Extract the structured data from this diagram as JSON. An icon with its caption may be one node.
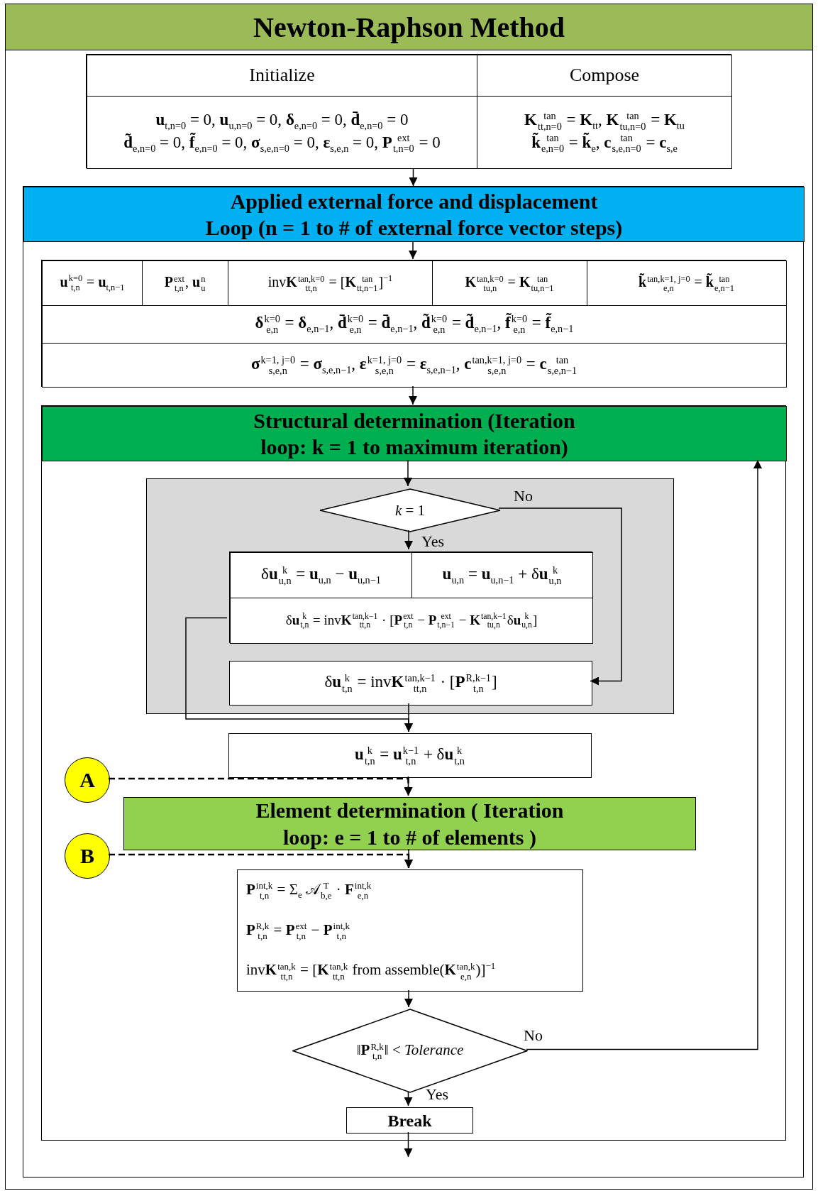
{
  "diagram": {
    "title": "Newton-Raphson Method",
    "nodes": [
      {
        "text": [],
        "shape": "box"
      },
      {
        "text": [
          "Initialize"
        ],
        "in": 0
      },
      {
        "text": [
          "Compose"
        ],
        "in": 0
      },
      {
        "text": [
          "**u**$_{t,n=0}$ = 0, **u**$_{u,n=0}$ = 0, **δ**$_{e,n=0}$ = 0, **d̄**$_{e,n=0}$ = 0",
          "**d̃**$_{e,n=0}$ = 0, **f̃**$_{e,n=0}$ = 0, **σ**$_{s,e,n=0}$ = 0, **ε**$_{s,e,n}$ = 0, **P**$^{ext}$$_{t,n=0}$ = 0"
        ],
        "in": 0
      },
      {
        "text": [
          "**K**$^{tan}$$_{tt,n=0}$ = **K**$_{tt}$, **K**$^{tan}$$_{tu,n=0}$ = **K**$_{tu}$",
          "**k̃**$^{tan}$$_{e,n=0}$ = **k̃**$_{e}$, **c**$^{tan}$$_{s,e,n=0}$ = **c**$_{s,e}$"
        ],
        "in": 0
      },
      {
        "text": [],
        "shape": "box"
      },
      {
        "text": [
          "Applied external force and displacement Loop (n = 1 to # of external force vector steps)"
        ],
        "in": 5
      },
      {
        "text": [],
        "shape": "box",
        "in": 5
      },
      {
        "text": [
          "**u**$^{k=0}$$_{t,n}$ = **u**$_{t,n−1}$"
        ],
        "in": 7
      },
      {
        "text": [
          "**P**$^{ext}$$_{t,n}$, **u**$^{n}$$_{u}$"
        ],
        "in": 7
      },
      {
        "text": [
          "inv**K**$^{tan,k=0}$$_{tt,n}$ = [**K**$^{tan}$$_{tt,n−1}$]$^{−1}$"
        ],
        "in": 7
      },
      {
        "text": [
          "**K**$^{tan,k=0}$$_{tu,n}$ = **K**$^{tan}$$_{tu,n−1}$"
        ],
        "in": 7
      },
      {
        "text": [
          "**k̃**$^{tan,k=1, j=0}$$_{e,n}$ = **k̃**$^{tan}$$_{e,n−1}$"
        ],
        "in": 7
      },
      {
        "text": [
          "**δ**$^{k=0}$$_{e,n}$ = **δ**$_{e,n−1}$, **d̄**$^{k=0}$$_{e,n}$ = **d̄**$_{e,n−1}$, **d̃**$^{k=0}$$_{e,n}$ = **d̃**$_{e,n−1}$, **f̃**$^{k=0}$$_{e,n}$ = **f̃**$_{e,n−1}$"
        ],
        "in": 7
      },
      {
        "text": [
          "**σ**$^{k=1, j=0}$$_{s,e,n}$ = **σ**$_{s,e,n−1}$, **ε**$^{k=1, j=0}$$_{s,e,n}$ = **ε**$_{s,e,n−1}$, **c**$^{tan,k=1, j=0}$$_{s,e,n}$ = **c**$^{tan}$$_{s,e,n−1}$"
        ],
        "in": 7
      },
      {
        "text": [],
        "shape": "box",
        "in": 5
      },
      {
        "text": [
          "Structural determination (Iteration loop: k = 1 to maximum iteration)"
        ],
        "in": 15
      },
      {
        "text": [],
        "shape": "box",
        "in": 15
      },
      {
        "text": [
          "*k* = 1"
        ],
        "in": 17
      },
      {
        "text": [],
        "shape": "box",
        "in": 17
      },
      {
        "text": [
          "δ**u**$^{k}$$_{u,n}$ = **u**$_{u,n}$ − **u**$_{u,n−1}$"
        ],
        "in": 19
      },
      {
        "text": [
          "**u**$_{u,n}$ = **u**$_{u,n−1}$ + δ**u**$^{k}$$_{u,n}$"
        ],
        "in": 19
      },
      {
        "text": [
          "δ**u**$^{k}$$_{t,n}$ = inv**K**$^{tan,k−1}$$_{tt,n}$ · [**P**$^{ext}$$_{t,n}$ − **P**$^{ext}$$_{t,n−1}$ − **K**$^{tan,k−1}$$_{tu,n}$δ**u**$^{k}$$_{u,n}$]"
        ],
        "in": 19
      },
      {
        "text": [
          "δ**u**$^{k}$$_{t,n}$ = inv**K**$^{tan,k−1}$$_{tt,n}$ · [**P**$^{R,k−1}$$_{t,n}$]"
        ],
        "in": 17
      },
      {
        "text": [
          "**u**$^{k}$$_{t,n}$ = **u**$^{k−1}$$_{t,n}$ + δ**u**$^{k}$$_{t,n}$"
        ],
        "in": 15
      },
      {
        "text": [
          "A"
        ],
        "in": 15
      },
      {
        "text": [
          "Element determination ( Iteration loop: e = 1 to # of elements )"
        ],
        "in": 15
      },
      {
        "text": [
          "B"
        ],
        "in": 15
      },
      {
        "text": [
          "**P**$^{int,k}$$_{t,n}$ = Σ$_{e}$ 𝒜$^{T}$$_{b,e}$ · **F**$^{int,k}$$_{e,n}$",
          "**P**$^{R,k}$$_{t,n}$ = **P**$^{ext}$$_{t,n}$ − **P**$^{int,k}$$_{t,n}$",
          "inv**K**$^{tan,k}$$_{tt,n}$ = [**K**$^{tan,k}$$_{tt,n}$ from assemble(**K**$^{tan,k}$$_{e,n}$)]$^{−1}$"
        ],
        "in": 15
      },
      {
        "text": [
          "‖**P**$^{R,k}$$_{t,n}$‖ < *Tolerance*"
        ],
        "in": 15
      },
      {
        "text": [
          "Break"
        ],
        "in": 15
      }
    ],
    "edges": [
      {
        "from": 0,
        "to": 6,
        "arrow": "to"
      },
      {
        "from": 6,
        "to": 7,
        "arrow": "to"
      },
      {
        "from": 7,
        "to": 16,
        "arrow": "to"
      },
      {
        "from": 16,
        "to": 18,
        "arrow": "to"
      },
      {
        "from": 18,
        "to": 19,
        "arrow": "to",
        "label": "Yes"
      },
      {
        "from": 18,
        "to": 23,
        "arrow": "to",
        "label": "No"
      },
      {
        "from": 22,
        "to": 24,
        "arrow": "to"
      },
      {
        "from": 23,
        "to": 24,
        "arrow": "to"
      },
      {
        "from": 24,
        "to": 26,
        "arrow": "to"
      },
      {
        "from": 25,
        "to": 26,
        "arrow": "to",
        "style": "dashed"
      },
      {
        "from": 26,
        "to": 28,
        "arrow": "to"
      },
      {
        "from": 27,
        "to": 28,
        "arrow": "to",
        "style": "dashed"
      },
      {
        "from": 28,
        "to": 29,
        "arrow": "to"
      },
      {
        "from": 29,
        "to": 30,
        "arrow": "to",
        "label": "Yes"
      },
      {
        "from": 29,
        "to": 16,
        "arrow": "to",
        "label": "No"
      },
      {
        "from": 30,
        "to": null,
        "arrow": "to"
      }
    ]
  }
}
